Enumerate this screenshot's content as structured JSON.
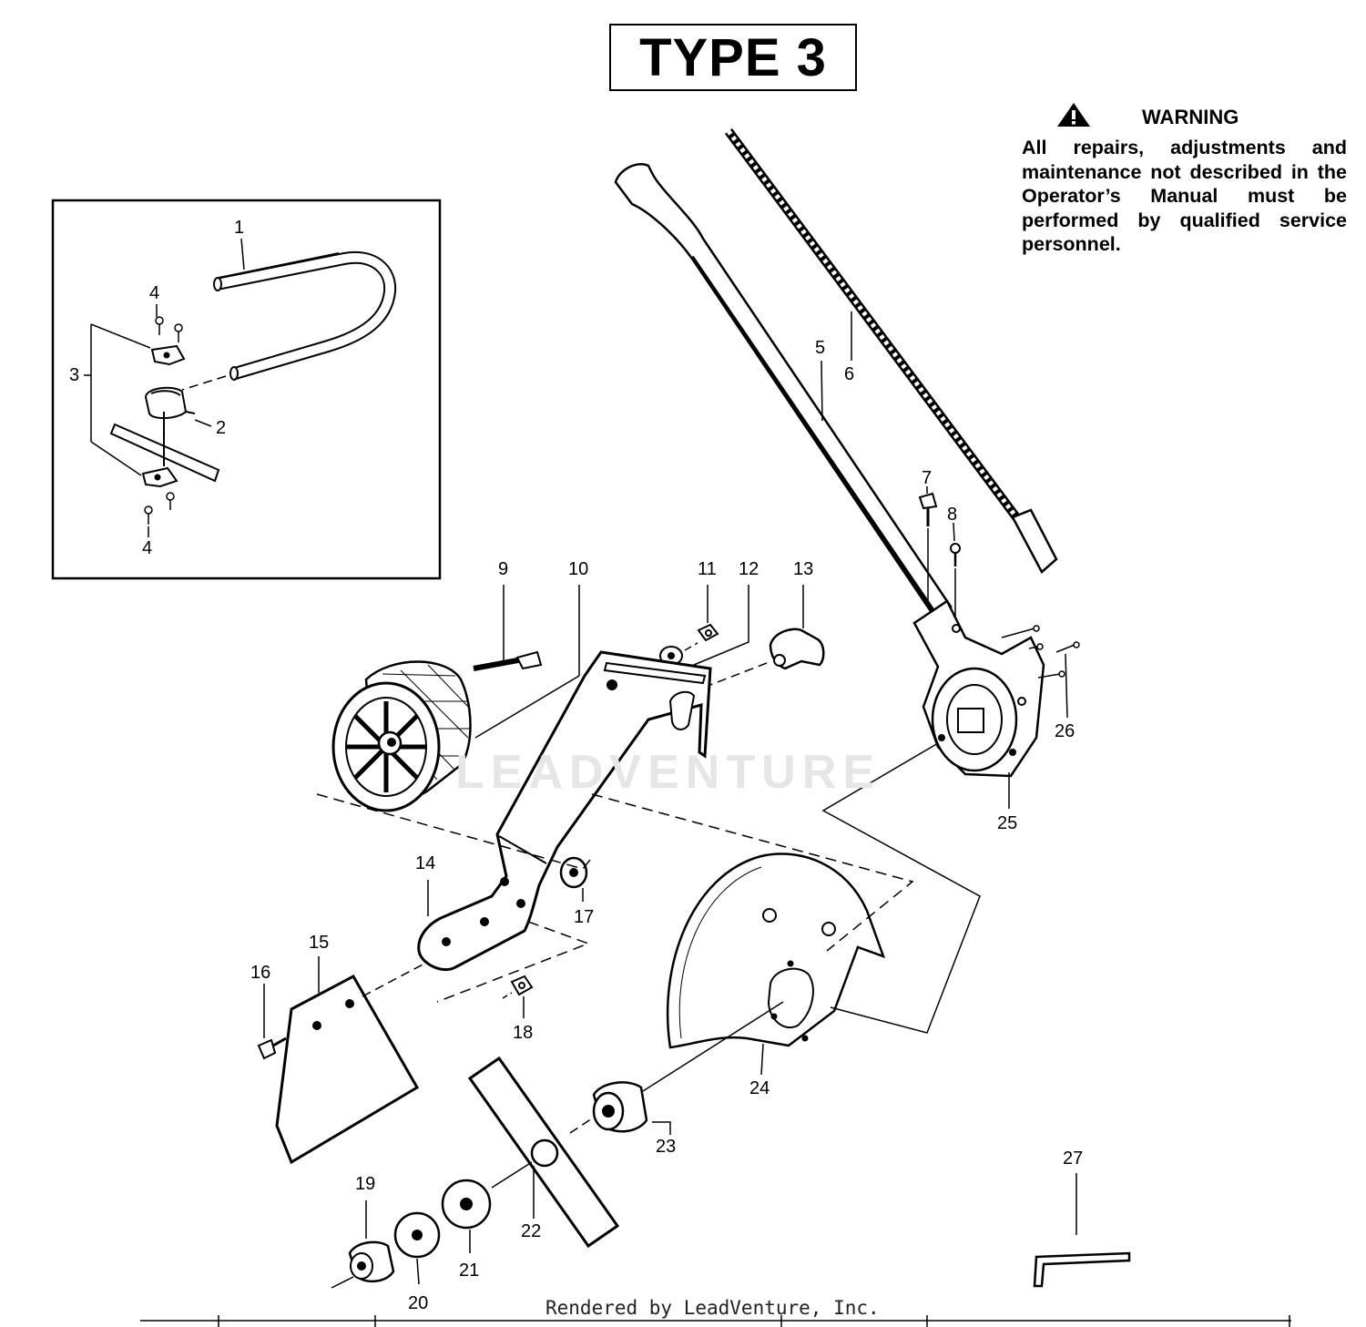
{
  "title": "TYPE 3",
  "warning": {
    "icon": "warning-triangle-icon",
    "label": "WARNING",
    "text": "All repairs, adjustments and maintenance not described in the Operator’s Manual must be performed by qualified  service personnel."
  },
  "watermark": "LEADVENTURE",
  "footer": "Rendered by LeadVenture, Inc.",
  "callouts": {
    "c1": "1",
    "c2": "2",
    "c3": "3",
    "c4a": "4",
    "c4b": "4",
    "c5": "5",
    "c6": "6",
    "c7": "7",
    "c8": "8",
    "c9": "9",
    "c10": "10",
    "c11": "11",
    "c12": "12",
    "c13": "13",
    "c14": "14",
    "c15": "15",
    "c16": "16",
    "c17": "17",
    "c18": "18",
    "c19": "19",
    "c20": "20",
    "c21": "21",
    "c22": "22",
    "c23": "23",
    "c24": "24",
    "c25": "25",
    "c26": "26",
    "c27": "27"
  }
}
